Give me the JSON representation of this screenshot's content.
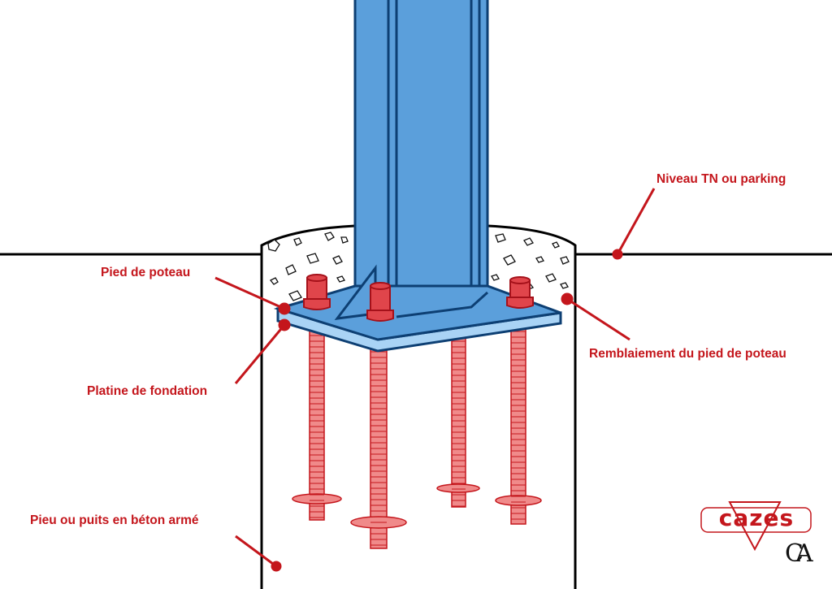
{
  "labels": {
    "ground_level": "Niveau TN ou parking",
    "column_base": "Pied de poteau",
    "base_plate": "Platine de fondation",
    "backfill": "Remblaiement du pied de poteau",
    "pile": "Pieu ou puits en béton armé"
  },
  "logo": {
    "brand": "cazes",
    "monogram": "CA"
  },
  "colors": {
    "label_red": "#c4161c",
    "steel_blue": "#5b9fdb",
    "bolt_red": "#e0454b",
    "rod_red": "#f08a8a"
  }
}
